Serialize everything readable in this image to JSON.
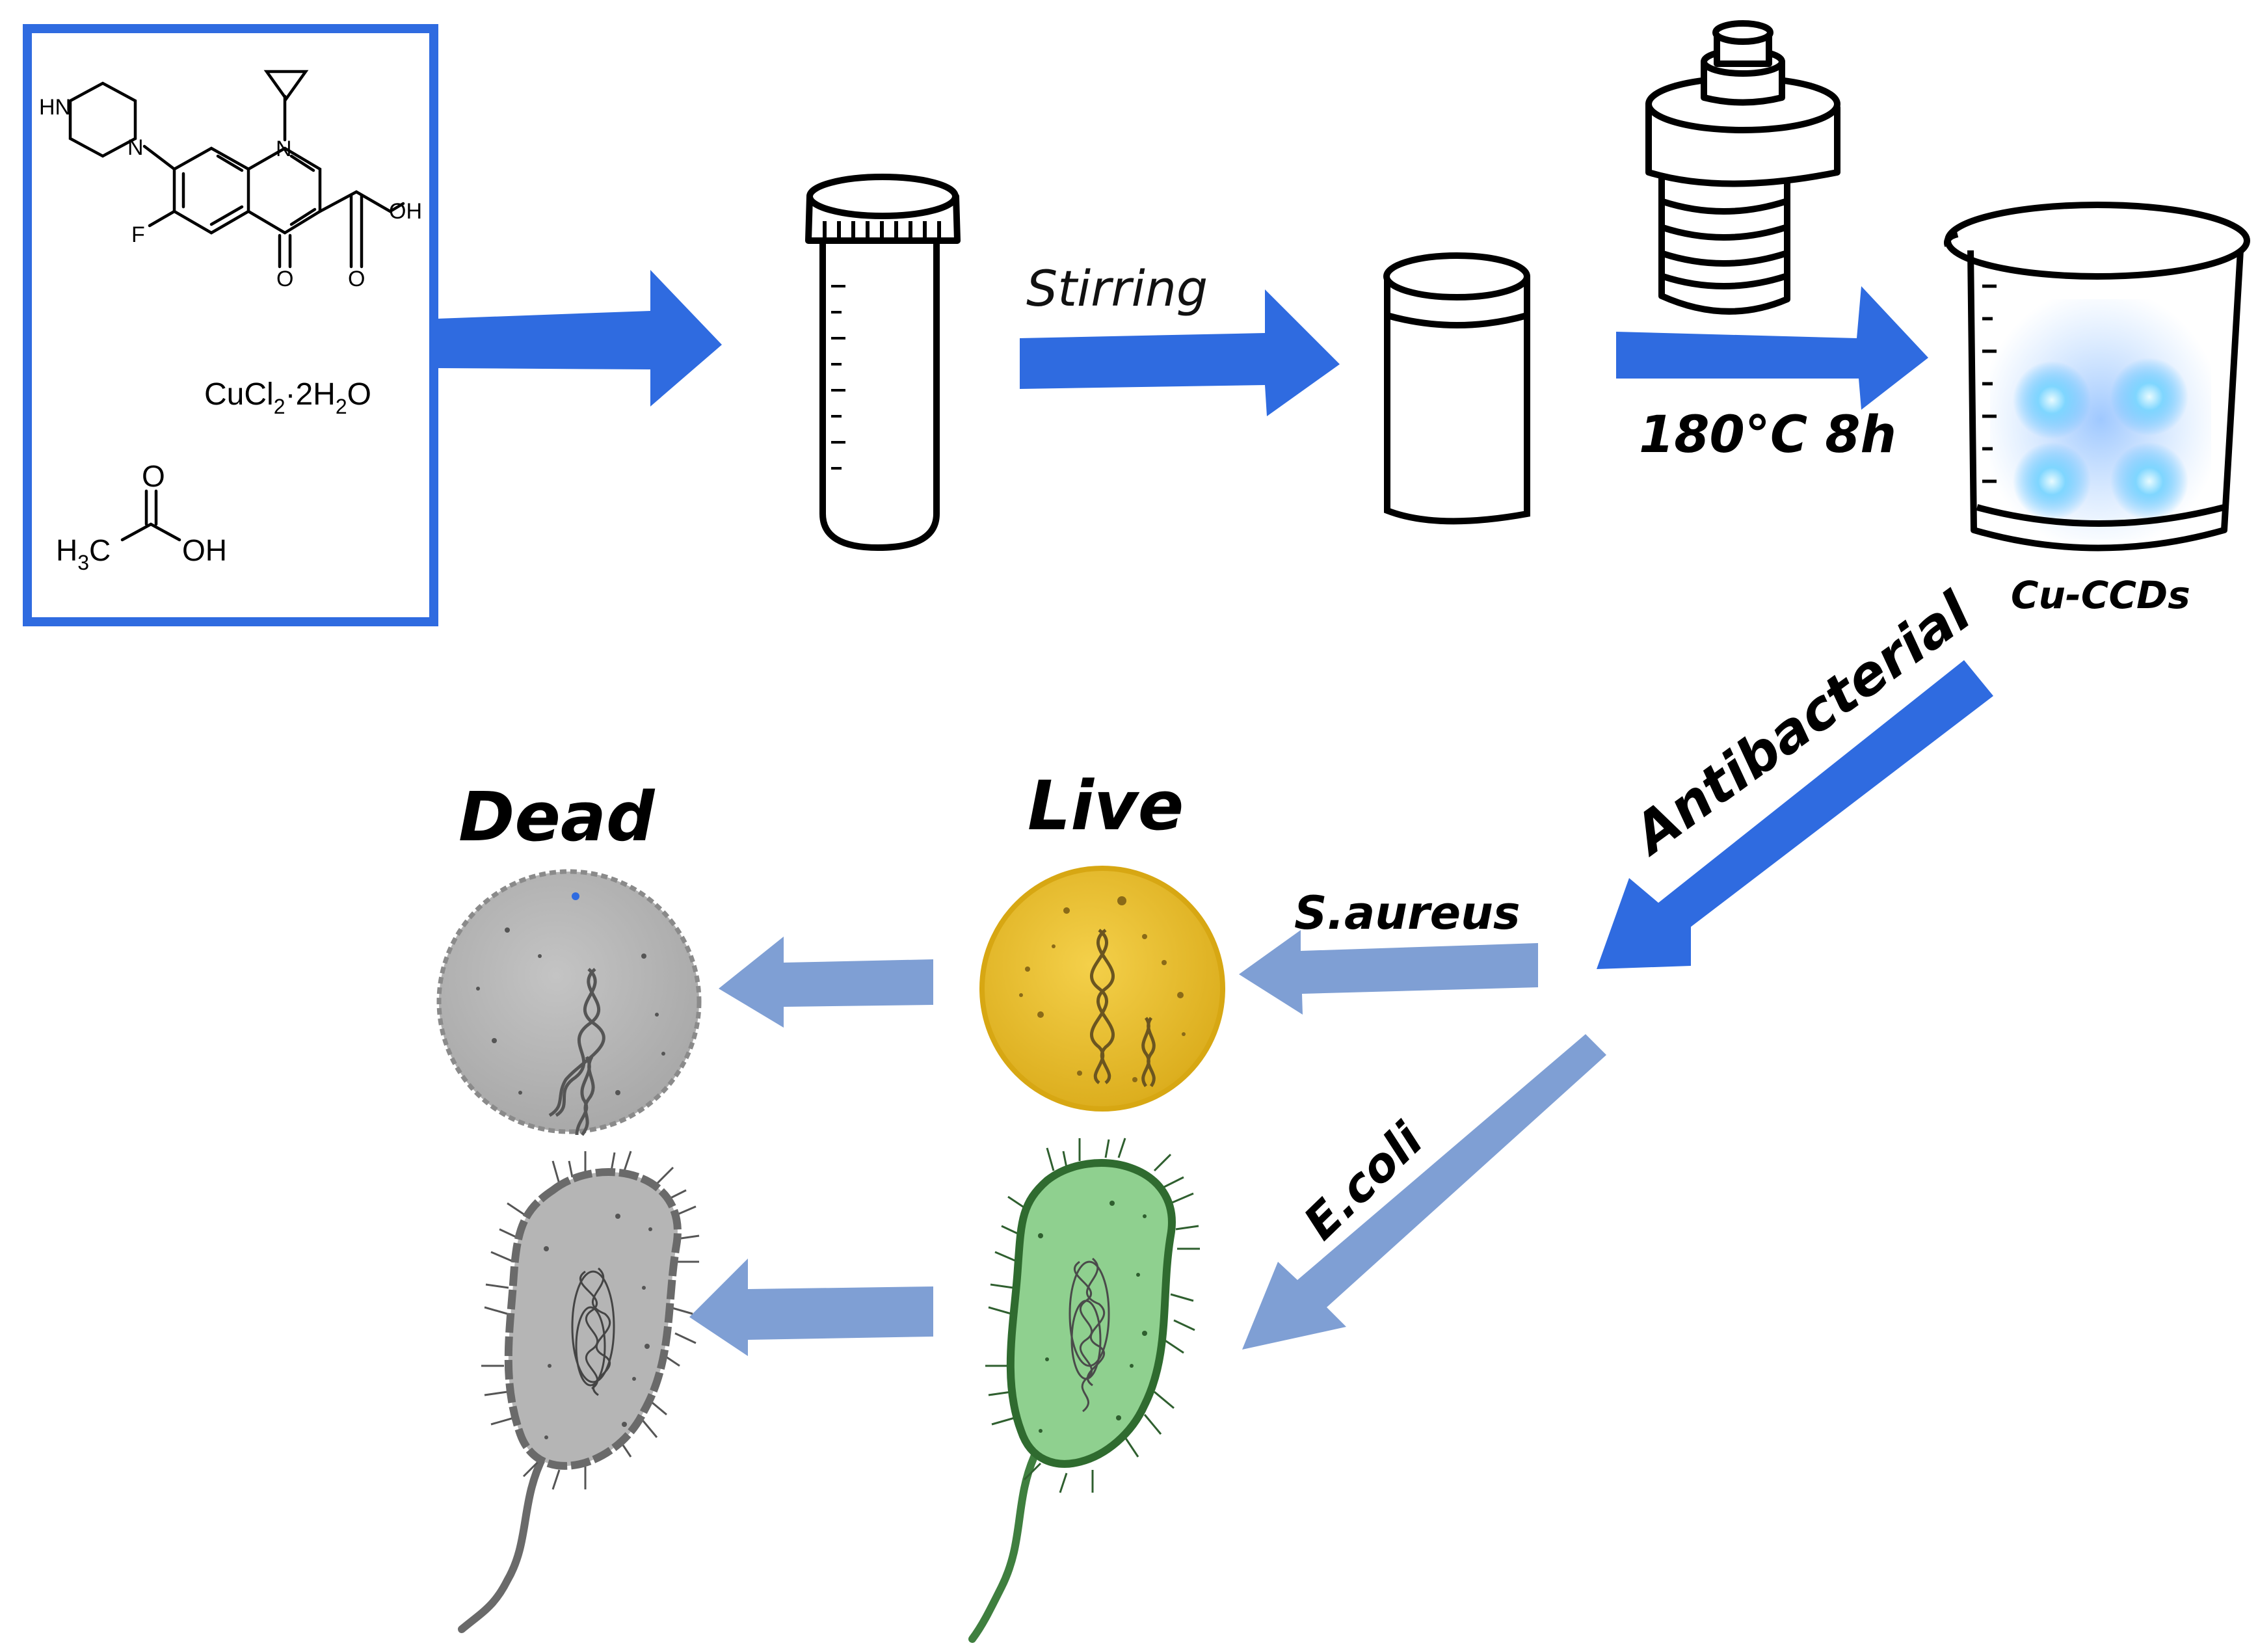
{
  "reagents": {
    "drug_labels": {
      "nh": "HN",
      "n1": "N",
      "n2": "N",
      "f": "F",
      "o_ketone": "O",
      "o_acid": "O",
      "oh": "OH"
    },
    "copper_salt": {
      "main": "CuCl",
      "sub1": "2",
      "mid": "·2H",
      "sub2": "2",
      "end": "O"
    },
    "acetic_acid": {
      "o": "O",
      "h": "H",
      "sub": "3",
      "c": "C",
      "oh": "OH"
    }
  },
  "steps": {
    "stirring": "Stirring",
    "conditions": "180°C 8h",
    "product": "Cu-CCDs",
    "antibacterial": "Antibacterial",
    "s_aureus": "S.aureus",
    "e_coli": "E.coli"
  },
  "states": {
    "live": "Live",
    "dead": "Dead"
  },
  "colors": {
    "box_border": "#2f6be0",
    "arrow_dark": "#2f6be0",
    "arrow_light": "#7f9fd4",
    "glow": "#4fb8ff",
    "s_aureus_live": "#e9c12f",
    "e_coli_live": "#8fd08f",
    "dead_fill": "#b5b5b5"
  }
}
